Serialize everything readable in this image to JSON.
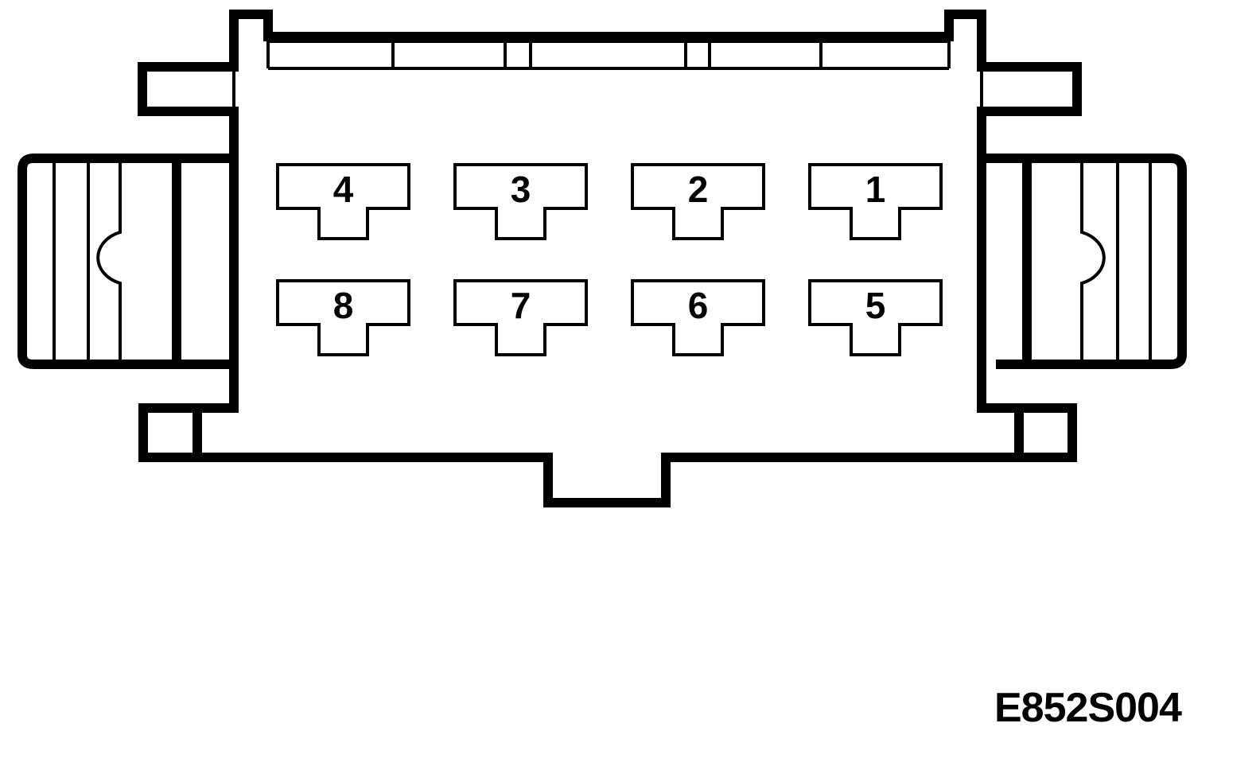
{
  "diagram": {
    "reference_code": "E852S004",
    "pins": [
      {
        "number": "4"
      },
      {
        "number": "3"
      },
      {
        "number": "2"
      },
      {
        "number": "1"
      },
      {
        "number": "8"
      },
      {
        "number": "7"
      },
      {
        "number": "6"
      },
      {
        "number": "5"
      }
    ]
  }
}
